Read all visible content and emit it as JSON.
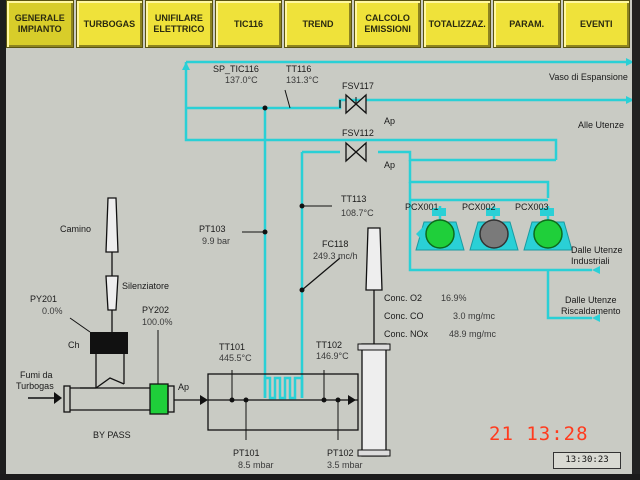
{
  "menu": [
    {
      "label": "GENERALE\nIMPIANTO",
      "active": true
    },
    {
      "label": "TURBOGAS",
      "active": false
    },
    {
      "label": "UNIFILARE\nELETTRICO",
      "active": false
    },
    {
      "label": "TIC116",
      "active": false
    },
    {
      "label": "TREND",
      "active": false
    },
    {
      "label": "CALCOLO\nEMISSIONI",
      "active": false
    },
    {
      "label": "TOTALIZZAZ.",
      "active": false
    },
    {
      "label": "PARAM.",
      "active": false
    },
    {
      "label": "EVENTI",
      "active": false
    }
  ],
  "diagram": {
    "sp_tic116": {
      "label": "SP_TIC116",
      "value": "137.0°C"
    },
    "tt116": {
      "label": "TT116",
      "value": "131.3°C"
    },
    "fsv117": "FSV117",
    "fsv112": "FSV112",
    "ap1": "Ap",
    "ap2": "Ap",
    "ap3": "Ap",
    "vaso": "Vaso di Espansione",
    "alle_utenze": "Alle Utenze",
    "pcx001": "PCX001",
    "pcx002": "PCX002",
    "pcx003": "PCX003",
    "dalle_utenze_industriali": "Dalle Utenze\nIndustriali",
    "dalle_utenze_riscaldamento": "Dalle Utenze\nRiscaldamento",
    "tt113": {
      "label": "TT113",
      "value": "108.7°C"
    },
    "pt103": {
      "label": "PT103",
      "value": "9.9 bar"
    },
    "fc118": {
      "label": "FC118",
      "value": "249.3 mc/h"
    },
    "camino": "Camino",
    "silenziatore": "Silenziatore",
    "py201": {
      "label": "PY201",
      "value": "0.0%"
    },
    "py202": {
      "label": "PY202",
      "value": "100.0%"
    },
    "ch": "Ch",
    "fumi": "Fumi da\nTurbogas",
    "bypass": "BY PASS",
    "tt101": {
      "label": "TT101",
      "value": "445.5°C"
    },
    "tt102": {
      "label": "TT102",
      "value": "146.9°C"
    },
    "pt101": {
      "label": "PT101",
      "value": "8.5 mbar"
    },
    "pt102": {
      "label": "PT102",
      "value": "3.5 mbar"
    },
    "conc": [
      {
        "label": "Conc. O2",
        "value": "16.9%"
      },
      {
        "label": "Conc. CO",
        "value": "3.0 mg/mc"
      },
      {
        "label": "Conc. NOx",
        "value": "48.9 mg/mc"
      }
    ]
  },
  "overlay_date": "21 13:28",
  "clock": "13:30:23",
  "colors": {
    "pipe": "#2ad0d6",
    "menu": "#efe23a",
    "pump_green": "#1fcf3a",
    "pump_grey": "#7a7a7a",
    "damper_green": "#1fcf3a",
    "overlay": "#ff3b1e"
  }
}
